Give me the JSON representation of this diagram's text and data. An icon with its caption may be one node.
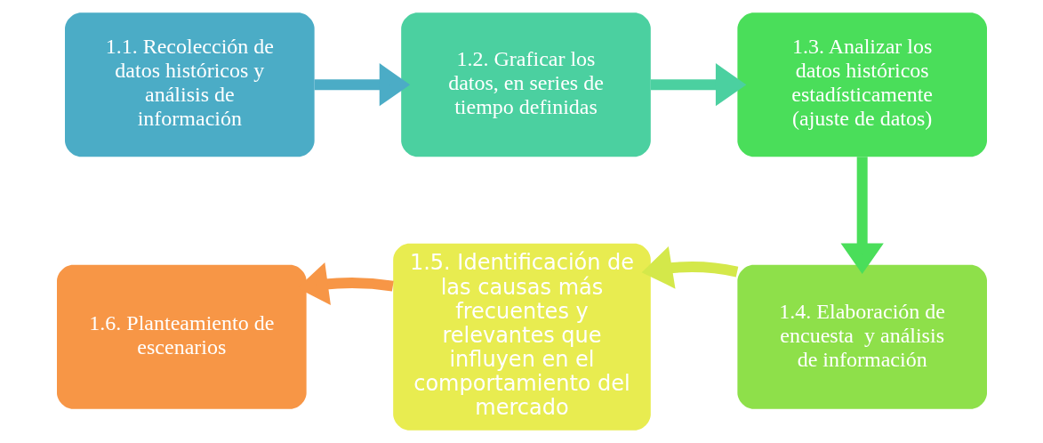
{
  "diagram": {
    "nodes": [
      {
        "text": [
          "1.1. Recolección de datos históricos y análisis de información"
        ]
      },
      {
        "text": [
          "1.2. Graficar los datos, en series de tiempo definidas"
        ]
      },
      {
        "text": [
          "1.3. Analizar los datos históricos estadísticamente (ajuste de datos)"
        ]
      },
      {
        "text": [
          "1.4. Elaboración de encuesta  y análisis de información"
        ]
      },
      {
        "text": [
          "1.5. Identificación de las causas más frecuentes y relevantes que influyen en el comportamiento del mercado"
        ]
      },
      {
        "text": [
          "1.6. Planteamiento de escenarios"
        ]
      }
    ],
    "edges": [
      {
        "from": 0,
        "to": 1,
        "arrow": "to",
        "color": "#4bacc6"
      },
      {
        "from": 1,
        "to": 2,
        "arrow": "to",
        "color": "#4bd0a0"
      },
      {
        "from": 2,
        "to": 3,
        "arrow": "to",
        "color": "#4ade5a"
      },
      {
        "from": 3,
        "to": 4,
        "arrow": "to",
        "color": "#d4e84a"
      },
      {
        "from": 4,
        "to": 5,
        "arrow": "to",
        "color": "#f79646"
      }
    ]
  }
}
